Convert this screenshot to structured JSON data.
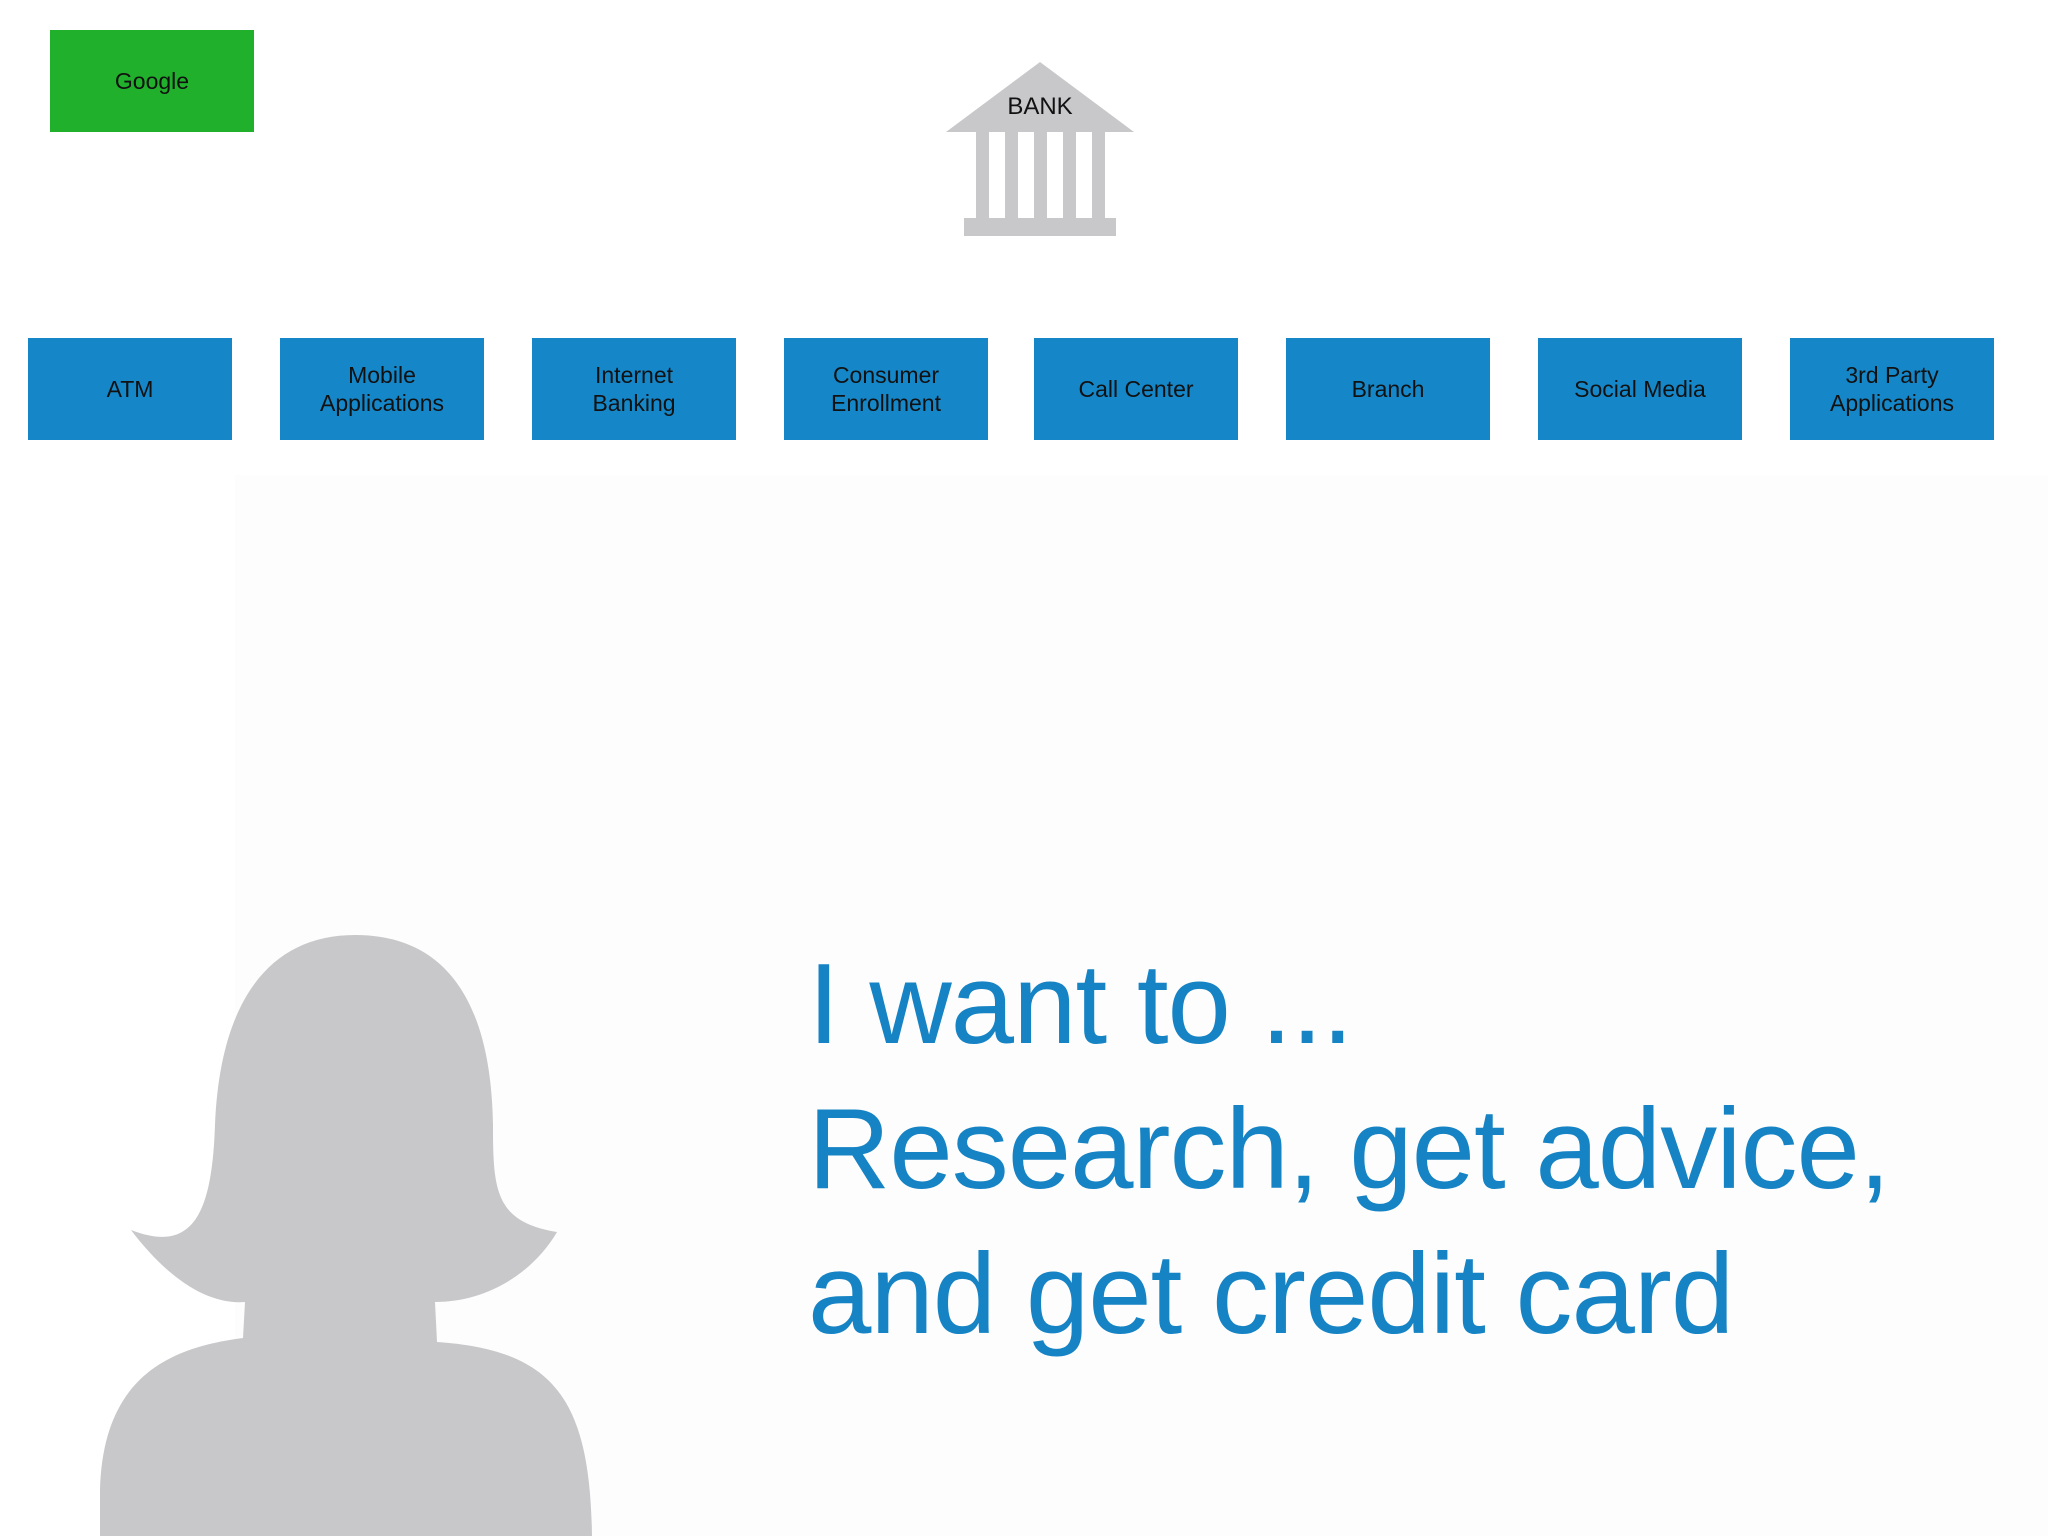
{
  "google": {
    "label": "Google"
  },
  "bank": {
    "label": "BANK"
  },
  "channels": [
    {
      "label": "ATM"
    },
    {
      "label": "Mobile\nApplications"
    },
    {
      "label": "Internet\nBanking"
    },
    {
      "label": "Consumer\nEnrollment"
    },
    {
      "label": "Call Center"
    },
    {
      "label": "Branch"
    },
    {
      "label": "Social Media"
    },
    {
      "label": "3rd Party\nApplications"
    }
  ],
  "message": {
    "line1": "I want to ...",
    "line2": "Research, get advice,",
    "line3": "and get credit card"
  },
  "colors": {
    "google_green": "#20b02c",
    "channel_blue": "#1587c9",
    "message_blue": "#1683c4",
    "icon_gray": "#c8c8ca"
  },
  "icons": {
    "bank": "bank-building-icon",
    "person": "person-silhouette-icon"
  }
}
